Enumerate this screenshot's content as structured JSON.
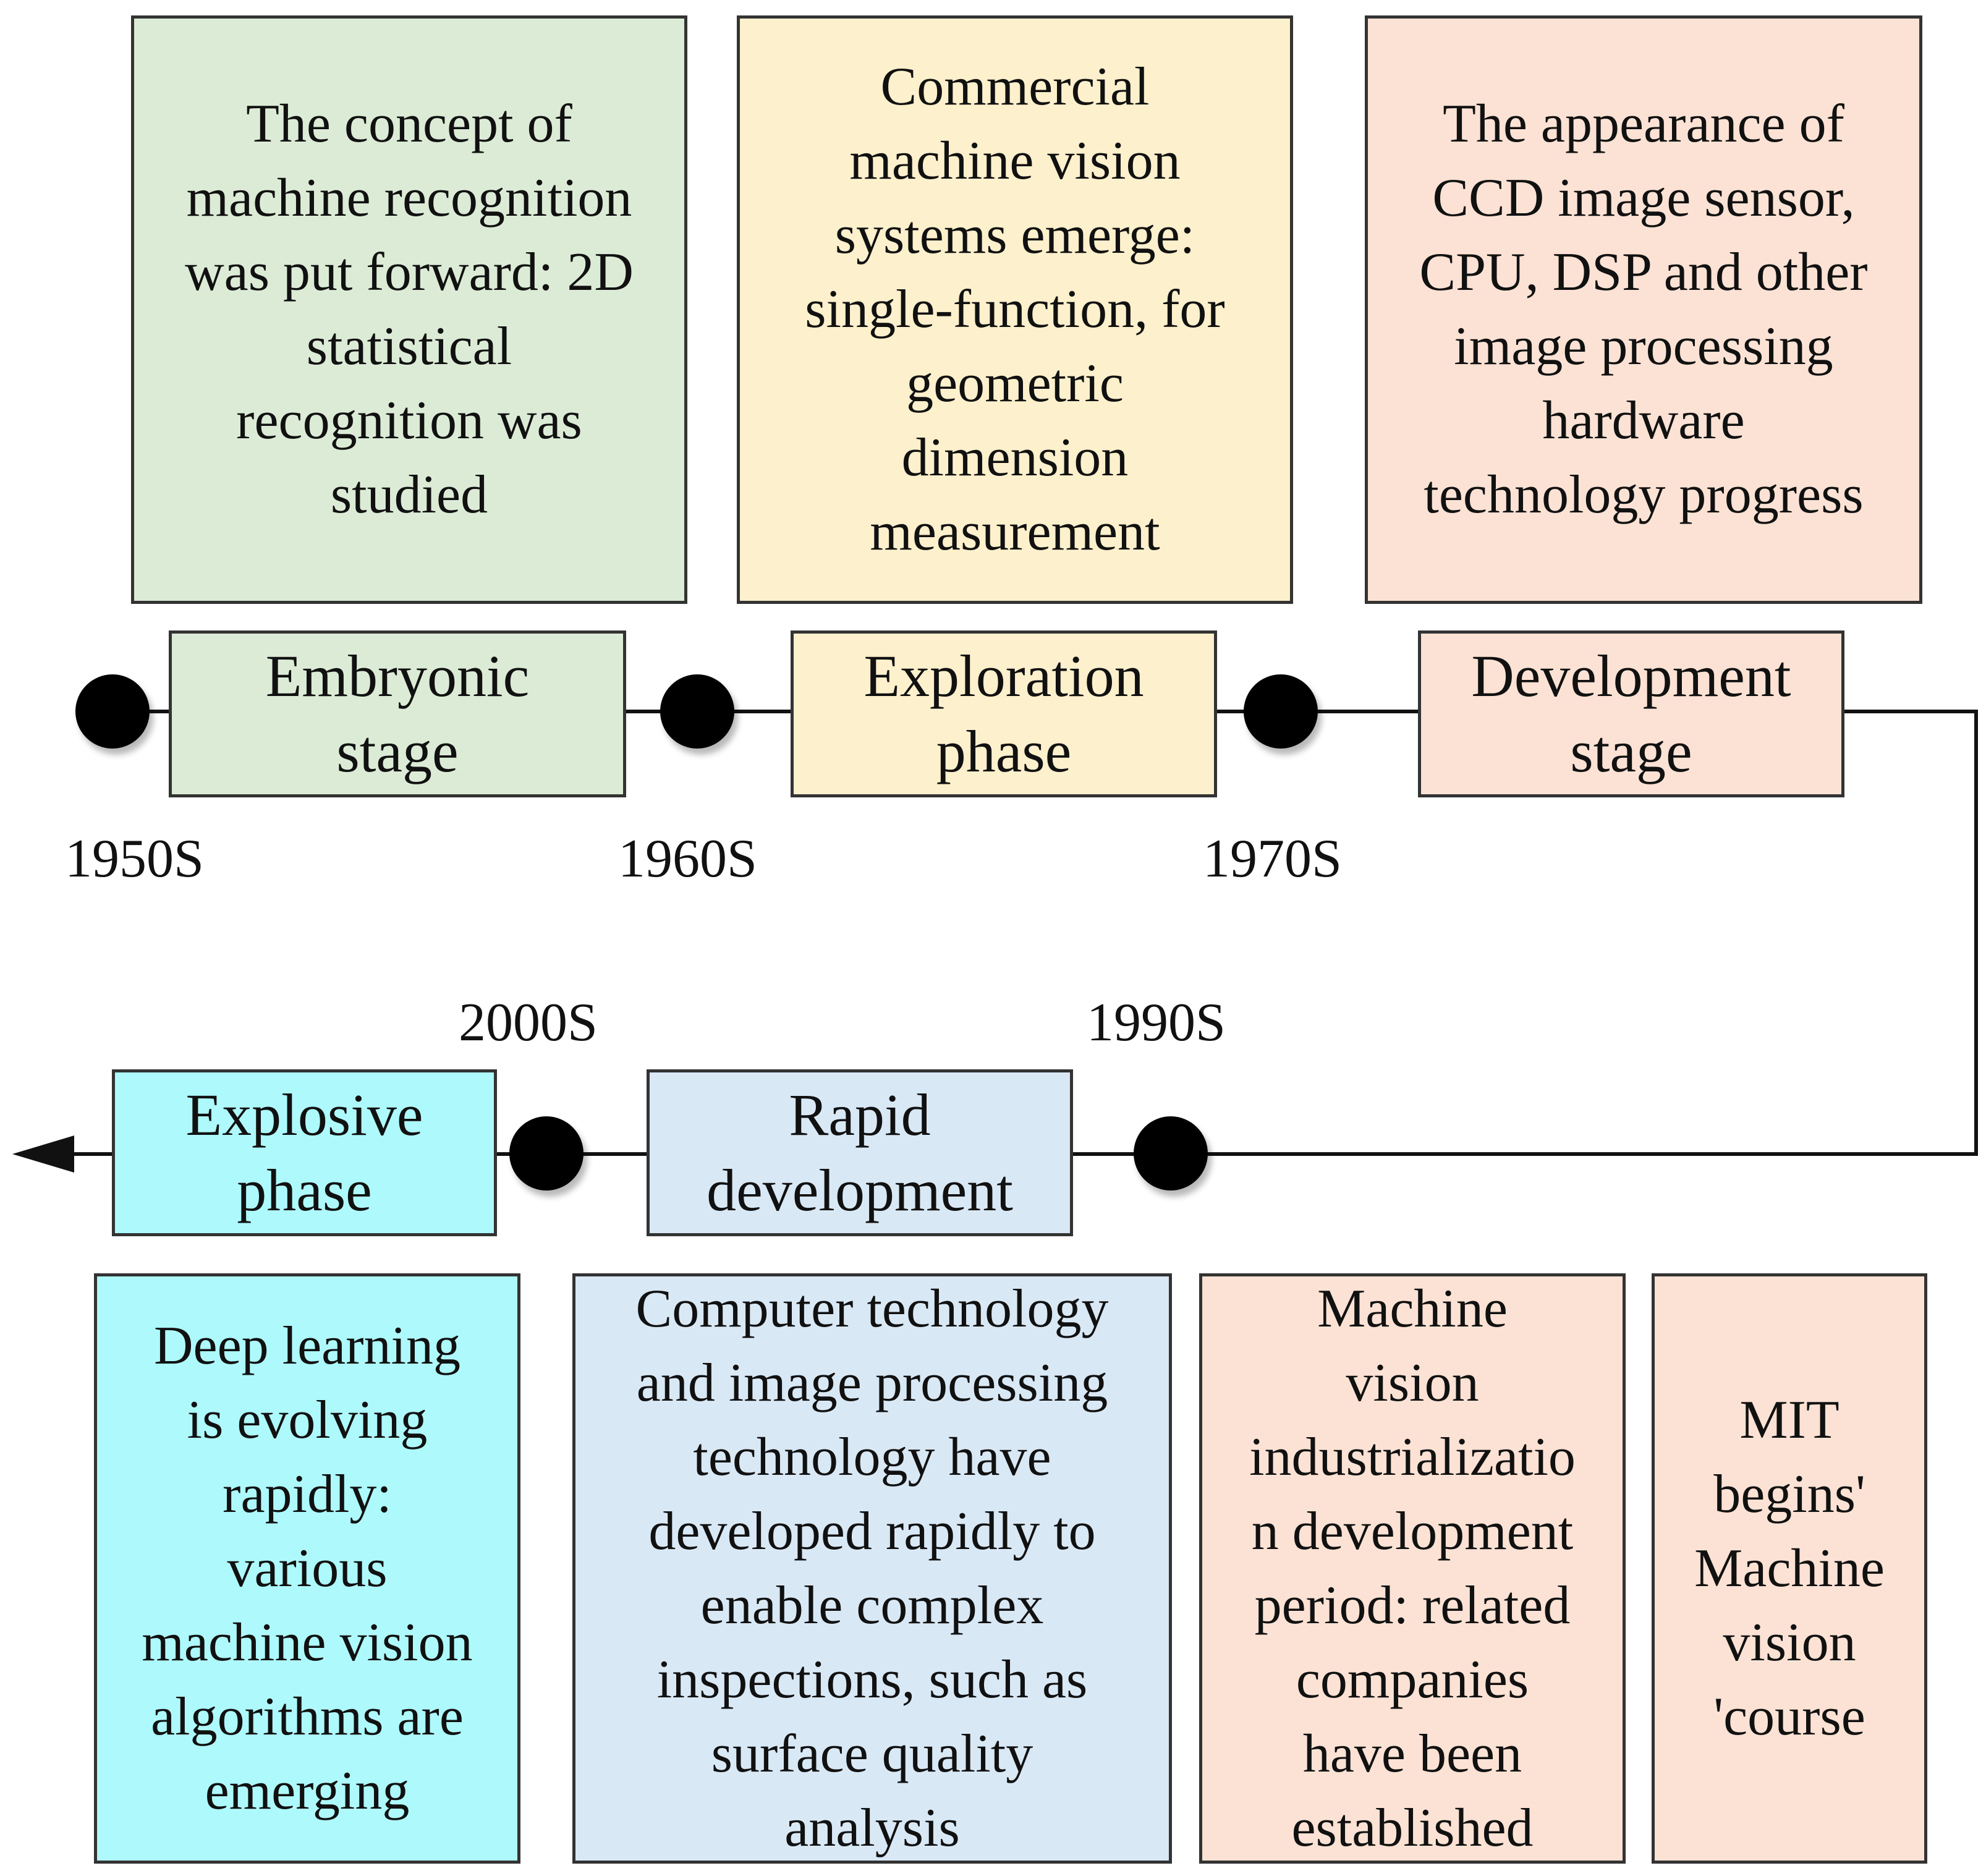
{
  "stages": [
    {
      "label": "Embryonic\nstage",
      "year": "1950S"
    },
    {
      "label": "Exploration\nphase",
      "year": "1960S"
    },
    {
      "label": "Development\nstage",
      "year": "1970S"
    },
    {
      "label": "Rapid\ndevelopment",
      "year": "1990S"
    },
    {
      "label": "Explosive\nphase",
      "year": "2000S"
    }
  ],
  "descriptions": [
    "The concept of\nmachine recognition\nwas put forward: 2D\nstatistical\nrecognition was\nstudied",
    "Commercial\nmachine vision\nsystems emerge:\nsingle-function, for\ngeometric\ndimension\nmeasurement",
    "The appearance of\nCCD image sensor,\nCPU, DSP and other\nimage processing\nhardware\ntechnology progress",
    "Deep learning\nis evolving\nrapidly:\nvarious\nmachine vision\nalgorithms are\nemerging",
    "Computer technology\nand image processing\ntechnology have\ndeveloped rapidly to\nenable complex\ninspections, such as\nsurface quality\nanalysis",
    "Machine\nvision\nindustrializatio\nn development\nperiod: related\ncompanies\nhave been\nestablished",
    "MIT\nbegins'\nMachine\nvision\n'course"
  ],
  "colors": {
    "embryonic": "#dcebd6",
    "exploration": "#fdf0cc",
    "development": "#fbe2d4",
    "rapid": "#d9e8f5",
    "explosive": "#aef9fc",
    "line": "#111111"
  }
}
